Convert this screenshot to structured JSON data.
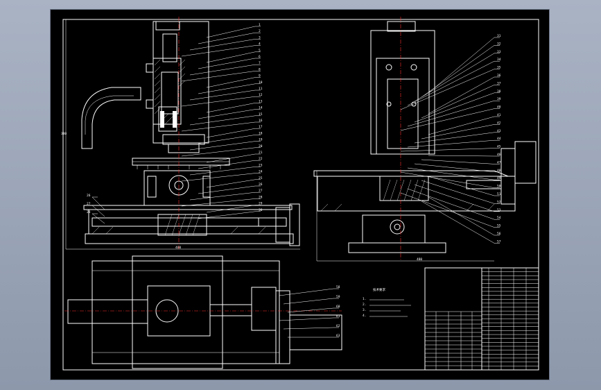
{
  "drawing": {
    "background": "#000000",
    "line_color": "#ffffff",
    "center_line_color": "#ff3030",
    "front_view_balloons": [
      "1",
      "2",
      "3",
      "4",
      "5",
      "6",
      "7",
      "8",
      "9",
      "10",
      "11",
      "12",
      "13",
      "14",
      "15",
      "16",
      "17",
      "18",
      "19",
      "20",
      "21",
      "22",
      "23",
      "24",
      "25",
      "26",
      "27",
      "28",
      "29",
      "30"
    ],
    "side_view_balloons": [
      "31",
      "32",
      "33",
      "34",
      "35",
      "36",
      "37",
      "38",
      "39",
      "40",
      "41",
      "42",
      "43",
      "44",
      "45",
      "46",
      "47",
      "48",
      "49",
      "50",
      "51",
      "52",
      "53",
      "54",
      "55",
      "56",
      "57"
    ],
    "plan_view_balloons": [
      "58",
      "59",
      "60",
      "61",
      "62",
      "63"
    ],
    "left_balloons": [
      "26",
      "27",
      "28"
    ],
    "dim_front": "400",
    "dim_side": "480",
    "dim_height": "380",
    "notes_title": "技术要求",
    "notes": [
      "1.",
      "2.",
      "3.",
      "4."
    ]
  }
}
